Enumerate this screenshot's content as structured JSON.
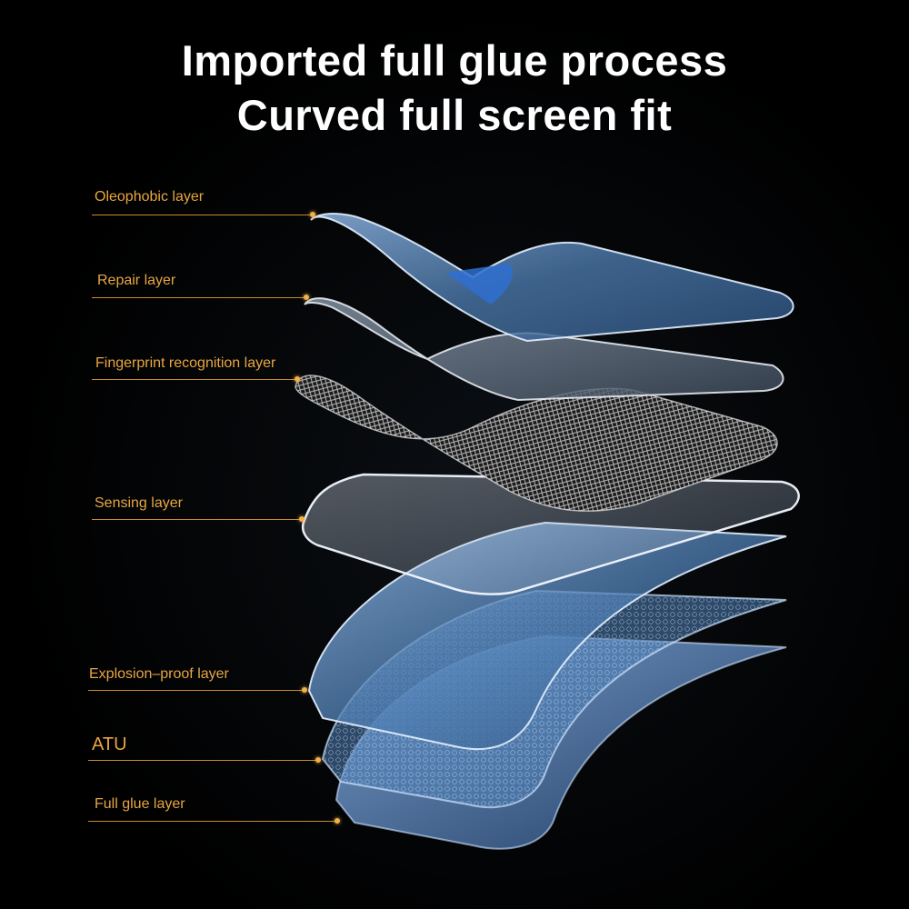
{
  "headline": {
    "line1": "Imported full glue process",
    "line2": "Curved full screen fit"
  },
  "layers": [
    {
      "label": "Oleophobic layer"
    },
    {
      "label": "Repair layer"
    },
    {
      "label": "Fingerprint recognition layer"
    },
    {
      "label": "Sensing layer"
    },
    {
      "label": "Explosion–proof layer"
    },
    {
      "label": "ATU"
    },
    {
      "label": "Full glue layer"
    }
  ],
  "colors": {
    "background": "#000000",
    "title": "#ffffff",
    "label": "#e8a640",
    "leader": "#c98a2c",
    "glass_blue": "#6f9fd0",
    "glass_edge": "#cfe4ff"
  }
}
